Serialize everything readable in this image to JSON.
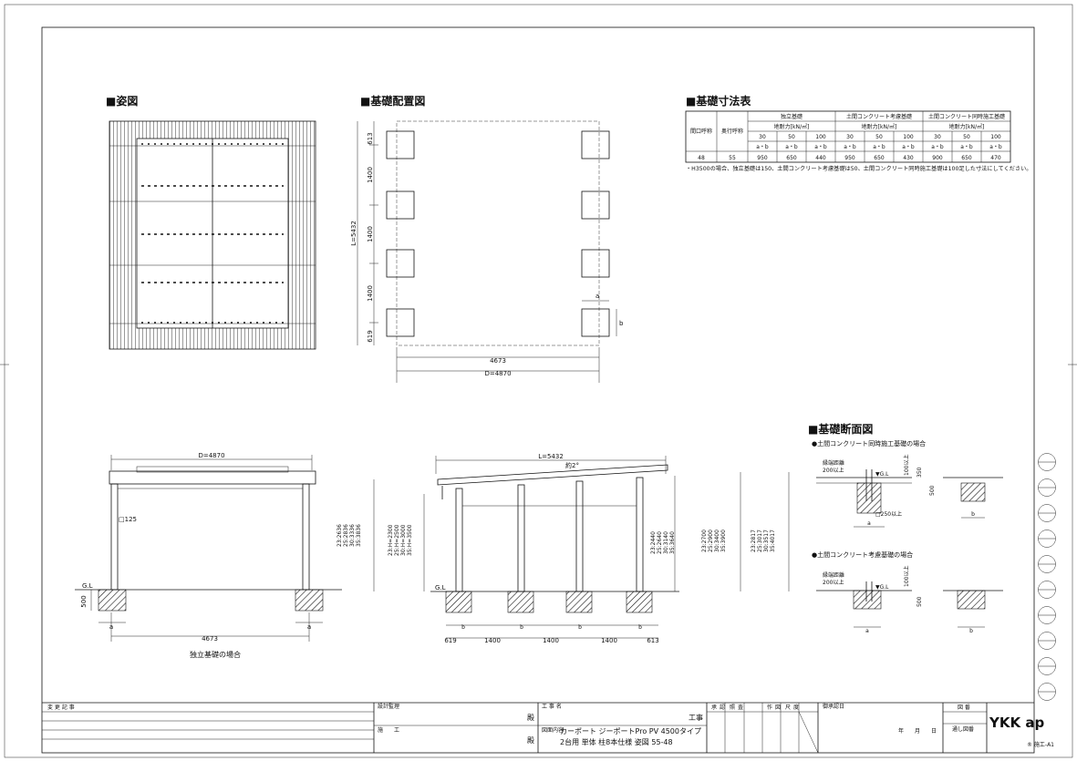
{
  "sections": {
    "overview": "■姿図",
    "layout": "■基礎配置図",
    "dimtable": "■基礎寸法表",
    "section": "■基礎断面図"
  },
  "layout_dims": {
    "left": [
      "613",
      "1400",
      "1400",
      "1400",
      "619"
    ],
    "total_left": "L=5432",
    "bottom_inner": "4673",
    "bottom_total": "D=4870",
    "a": "a",
    "b": "b"
  },
  "table": {
    "col_opening": "間口呼称",
    "col_depth": "奥行呼称",
    "groups": [
      "独立基礎",
      "土間コンクリート考慮基礎",
      "土間コンクリート同時施工基礎"
    ],
    "strength": "地耐力[kN/㎡]",
    "levels": [
      "30",
      "50",
      "100",
      "30",
      "50",
      "100",
      "30",
      "50",
      "100"
    ],
    "ab": "a・b",
    "row": {
      "opening": "48",
      "depth": "55",
      "values": [
        "950",
        "650",
        "440",
        "950",
        "650",
        "430",
        "900",
        "650",
        "470"
      ]
    },
    "note": "・H3500の場合、独立基礎は150、土間コンクリート考慮基礎は50、土間コンクリート同時施工基礎は100足した寸法にしてください。"
  },
  "front": {
    "top": "D=4870",
    "post": "□125",
    "gl": "G.L",
    "depth500": "500",
    "a": "a",
    "bottom": "4673",
    "caption": "独立基礎の場合"
  },
  "side": {
    "top": "L=5432",
    "slope": "約2°",
    "gl": "G.L",
    "h_left": [
      "23:H=2300",
      "25:H=2500",
      "30:H=3000",
      "35:H=3500"
    ],
    "h_left2": [
      "23:2636",
      "25:2836",
      "30:3336",
      "35:3836"
    ],
    "h_mid": [
      "23:2440",
      "25:2640",
      "30:3140",
      "35:3640"
    ],
    "h_right1": [
      "23:2700",
      "25:2900",
      "30:3400",
      "35:3900"
    ],
    "h_right2": [
      "23:2817",
      "25:3017",
      "30:3517",
      "35:4017"
    ],
    "bottom": [
      "619",
      "1400",
      "1400",
      "1400",
      "613"
    ],
    "b": "b"
  },
  "section_detail": {
    "case1": "●土間コンクリート同時施工基礎の場合",
    "case2": "●土間コンクリート考慮基礎の場合",
    "edge": "縁端距離",
    "edge200": "200以上",
    "gl": "▼G.L",
    "d100": "100以上",
    "d350": "350",
    "d500": "500",
    "sq250": "□250以上",
    "a": "a",
    "b": "b"
  },
  "titleblock": {
    "change": "変 更 記 事",
    "design_mgmt": "設計監理",
    "construction": "施　　工",
    "dono1": "殿",
    "dono2": "殿",
    "work_name_label": "工 事 名",
    "work_suffix": "工事",
    "content_label": "図面内容",
    "content1": "カーポート ジーポートPro PV 4500タイプ",
    "content2": "2台用 単体 柱8本仕様 姿図 55-48",
    "stamps": [
      "承",
      "認",
      "照",
      "査",
      "作",
      "図",
      "尺",
      "度"
    ],
    "date_label": "御承認日",
    "date_ym": "年　　月　　日",
    "drawing_no": "図 番",
    "serial_no": "通し図番",
    "logo": "YKK ap",
    "sheet_code": "®  施工-A1"
  }
}
